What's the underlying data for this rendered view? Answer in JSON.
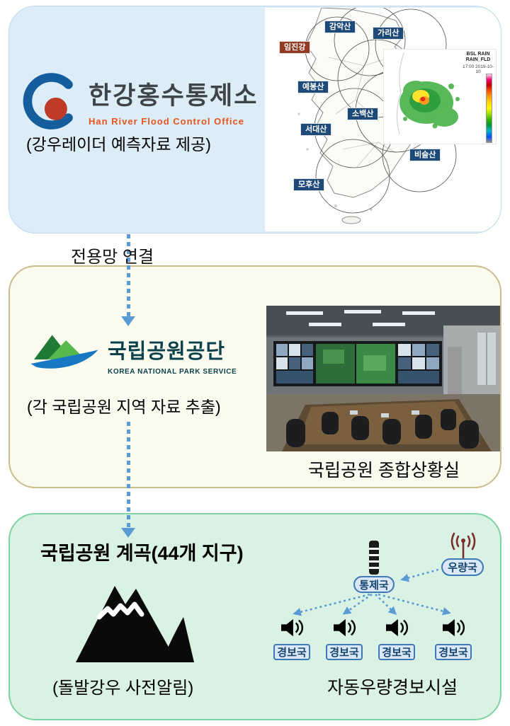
{
  "colors": {
    "panel1_bg": "#dcedf7",
    "panel2_bg": "#fbfaee",
    "panel2_border": "#c9bd8e",
    "panel3_bg": "#d9f2e3",
    "panel3_border": "#7ed3a2",
    "arrow_blue": "#5b9bd5",
    "map_label_blue": "#1d4a78",
    "map_label_red": "#953a22",
    "hanriver_logo_blue": "#155e9e",
    "hanriver_logo_red": "#bf3a28",
    "hanriver_en_orange": "#e8541e",
    "knps_dark_green": "#1e7a34",
    "knps_light_green": "#57b94c",
    "knps_blue": "#1779c4",
    "station_box_bg": "#d9e7f6",
    "station_box_border": "#3c78b4"
  },
  "panel1": {
    "org_name": "한강홍수통제소",
    "org_name_en": "Han River Flood Control Office",
    "caption": "(강우레이더 예측자료 제공)",
    "map": {
      "labels": [
        "임진강",
        "감악산",
        "가리산",
        "예봉산",
        "소백산",
        "서대산",
        "비슬산",
        "모후산"
      ],
      "radar_title": "BSL RAIN RAIN_FLD",
      "radar_time": "17:00 2019-10-10"
    }
  },
  "connector1": {
    "label": "전용망 연결"
  },
  "panel2": {
    "org_name": "국립공원공단",
    "org_name_en": "KOREA NATIONAL PARK SERVICE",
    "caption": "(각 국립공원 지역 자료 추출)",
    "photo_caption": "국립공원 종합상황실"
  },
  "panel3": {
    "title": "국립공원 계곡(44개 지구)",
    "caption": "(돌발강우 사전알림)",
    "diagram": {
      "control_station": "통제국",
      "rain_gauge_station": "우량국",
      "alarm_stations": [
        "경보국",
        "경보국",
        "경보국",
        "경보국"
      ],
      "caption": "자동우량경보시설"
    }
  }
}
